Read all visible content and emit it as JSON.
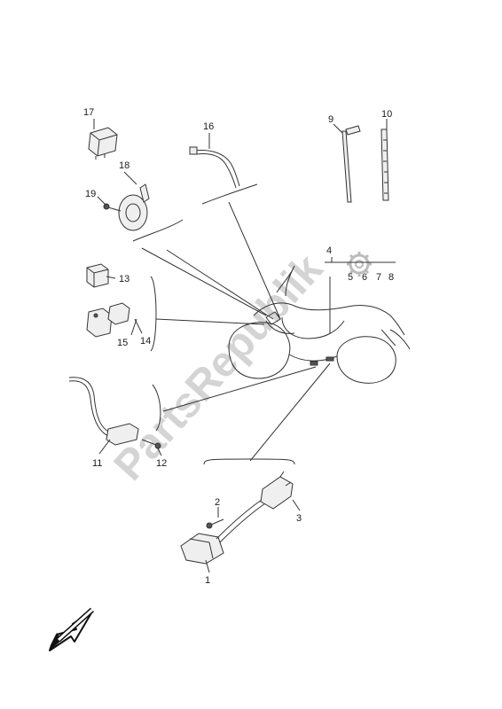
{
  "watermark": {
    "text": "PartsRepublik"
  },
  "callouts": {
    "n1": "1",
    "n2": "2",
    "n3": "3",
    "n4": "4",
    "n5": "5",
    "n6": "6",
    "n7": "7",
    "n8": "8",
    "n9": "9",
    "n10": "10",
    "n11": "11",
    "n12": "12",
    "n13": "13",
    "n14": "14",
    "n15": "15",
    "n16": "16",
    "n17": "17",
    "n18": "18",
    "n19": "19"
  },
  "icons": {
    "direction_arrow": "front-direction-arrow-icon",
    "gear": "gear-icon"
  },
  "colors": {
    "line": "#333333",
    "watermark": "#d4d4d4",
    "background": "#ffffff"
  }
}
